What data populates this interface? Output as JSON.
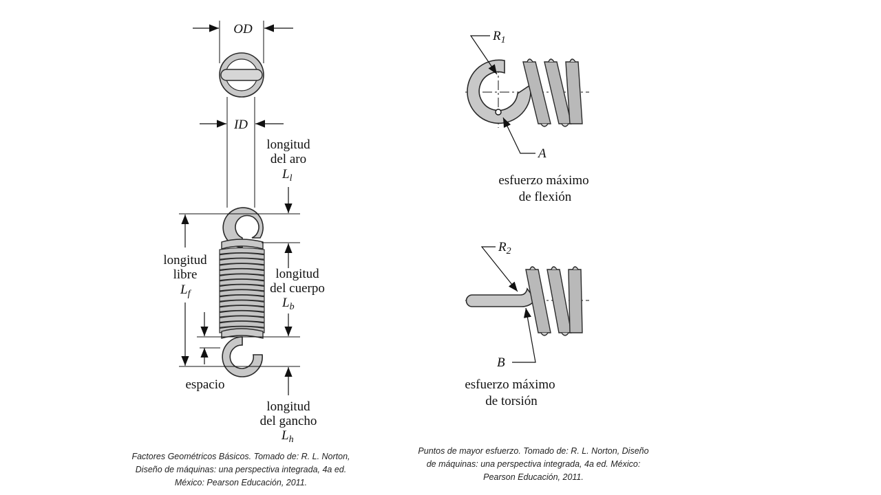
{
  "colors": {
    "spring_fill": "#c8c8c8",
    "spring_stroke": "#2a2a2a",
    "line": "#111111",
    "background": "#ffffff"
  },
  "left_figure": {
    "od_label": "OD",
    "id_label": "ID",
    "hook_length": {
      "line1": "longitud",
      "line2": "del aro",
      "symbol": "L",
      "subscript": "l"
    },
    "body_length": {
      "line1": "longitud",
      "line2": "del cuerpo",
      "symbol": "L",
      "subscript": "b"
    },
    "free_length": {
      "line1": "longitud",
      "line2": "libre",
      "symbol": "L",
      "subscript": "f"
    },
    "gap_label": "espacio",
    "hook_height": {
      "line1": "longitud",
      "line2": "del gancho",
      "symbol": "L",
      "subscript": "h"
    },
    "caption": [
      "Factores Geométricos Básicos. Tomado de: R. L. Norton,",
      "Diseño de máquinas: una perspectiva integrada, 4a ed.",
      "México: Pearson Educación, 2011."
    ]
  },
  "right_figure": {
    "bending": {
      "radius_symbol": "R",
      "radius_subscript": "1",
      "point_label": "A",
      "line1": "esfuerzo máximo",
      "line2": "de flexión"
    },
    "torsion": {
      "radius_symbol": "R",
      "radius_subscript": "2",
      "point_label": "B",
      "line1": "esfuerzo máximo",
      "line2": "de torsión"
    },
    "caption": [
      "Puntos de mayor esfuerzo. Tomado de: R. L. Norton, Diseño",
      "de máquinas: una perspectiva integrada, 4a ed. México:",
      "Pearson Educación, 2011."
    ]
  }
}
